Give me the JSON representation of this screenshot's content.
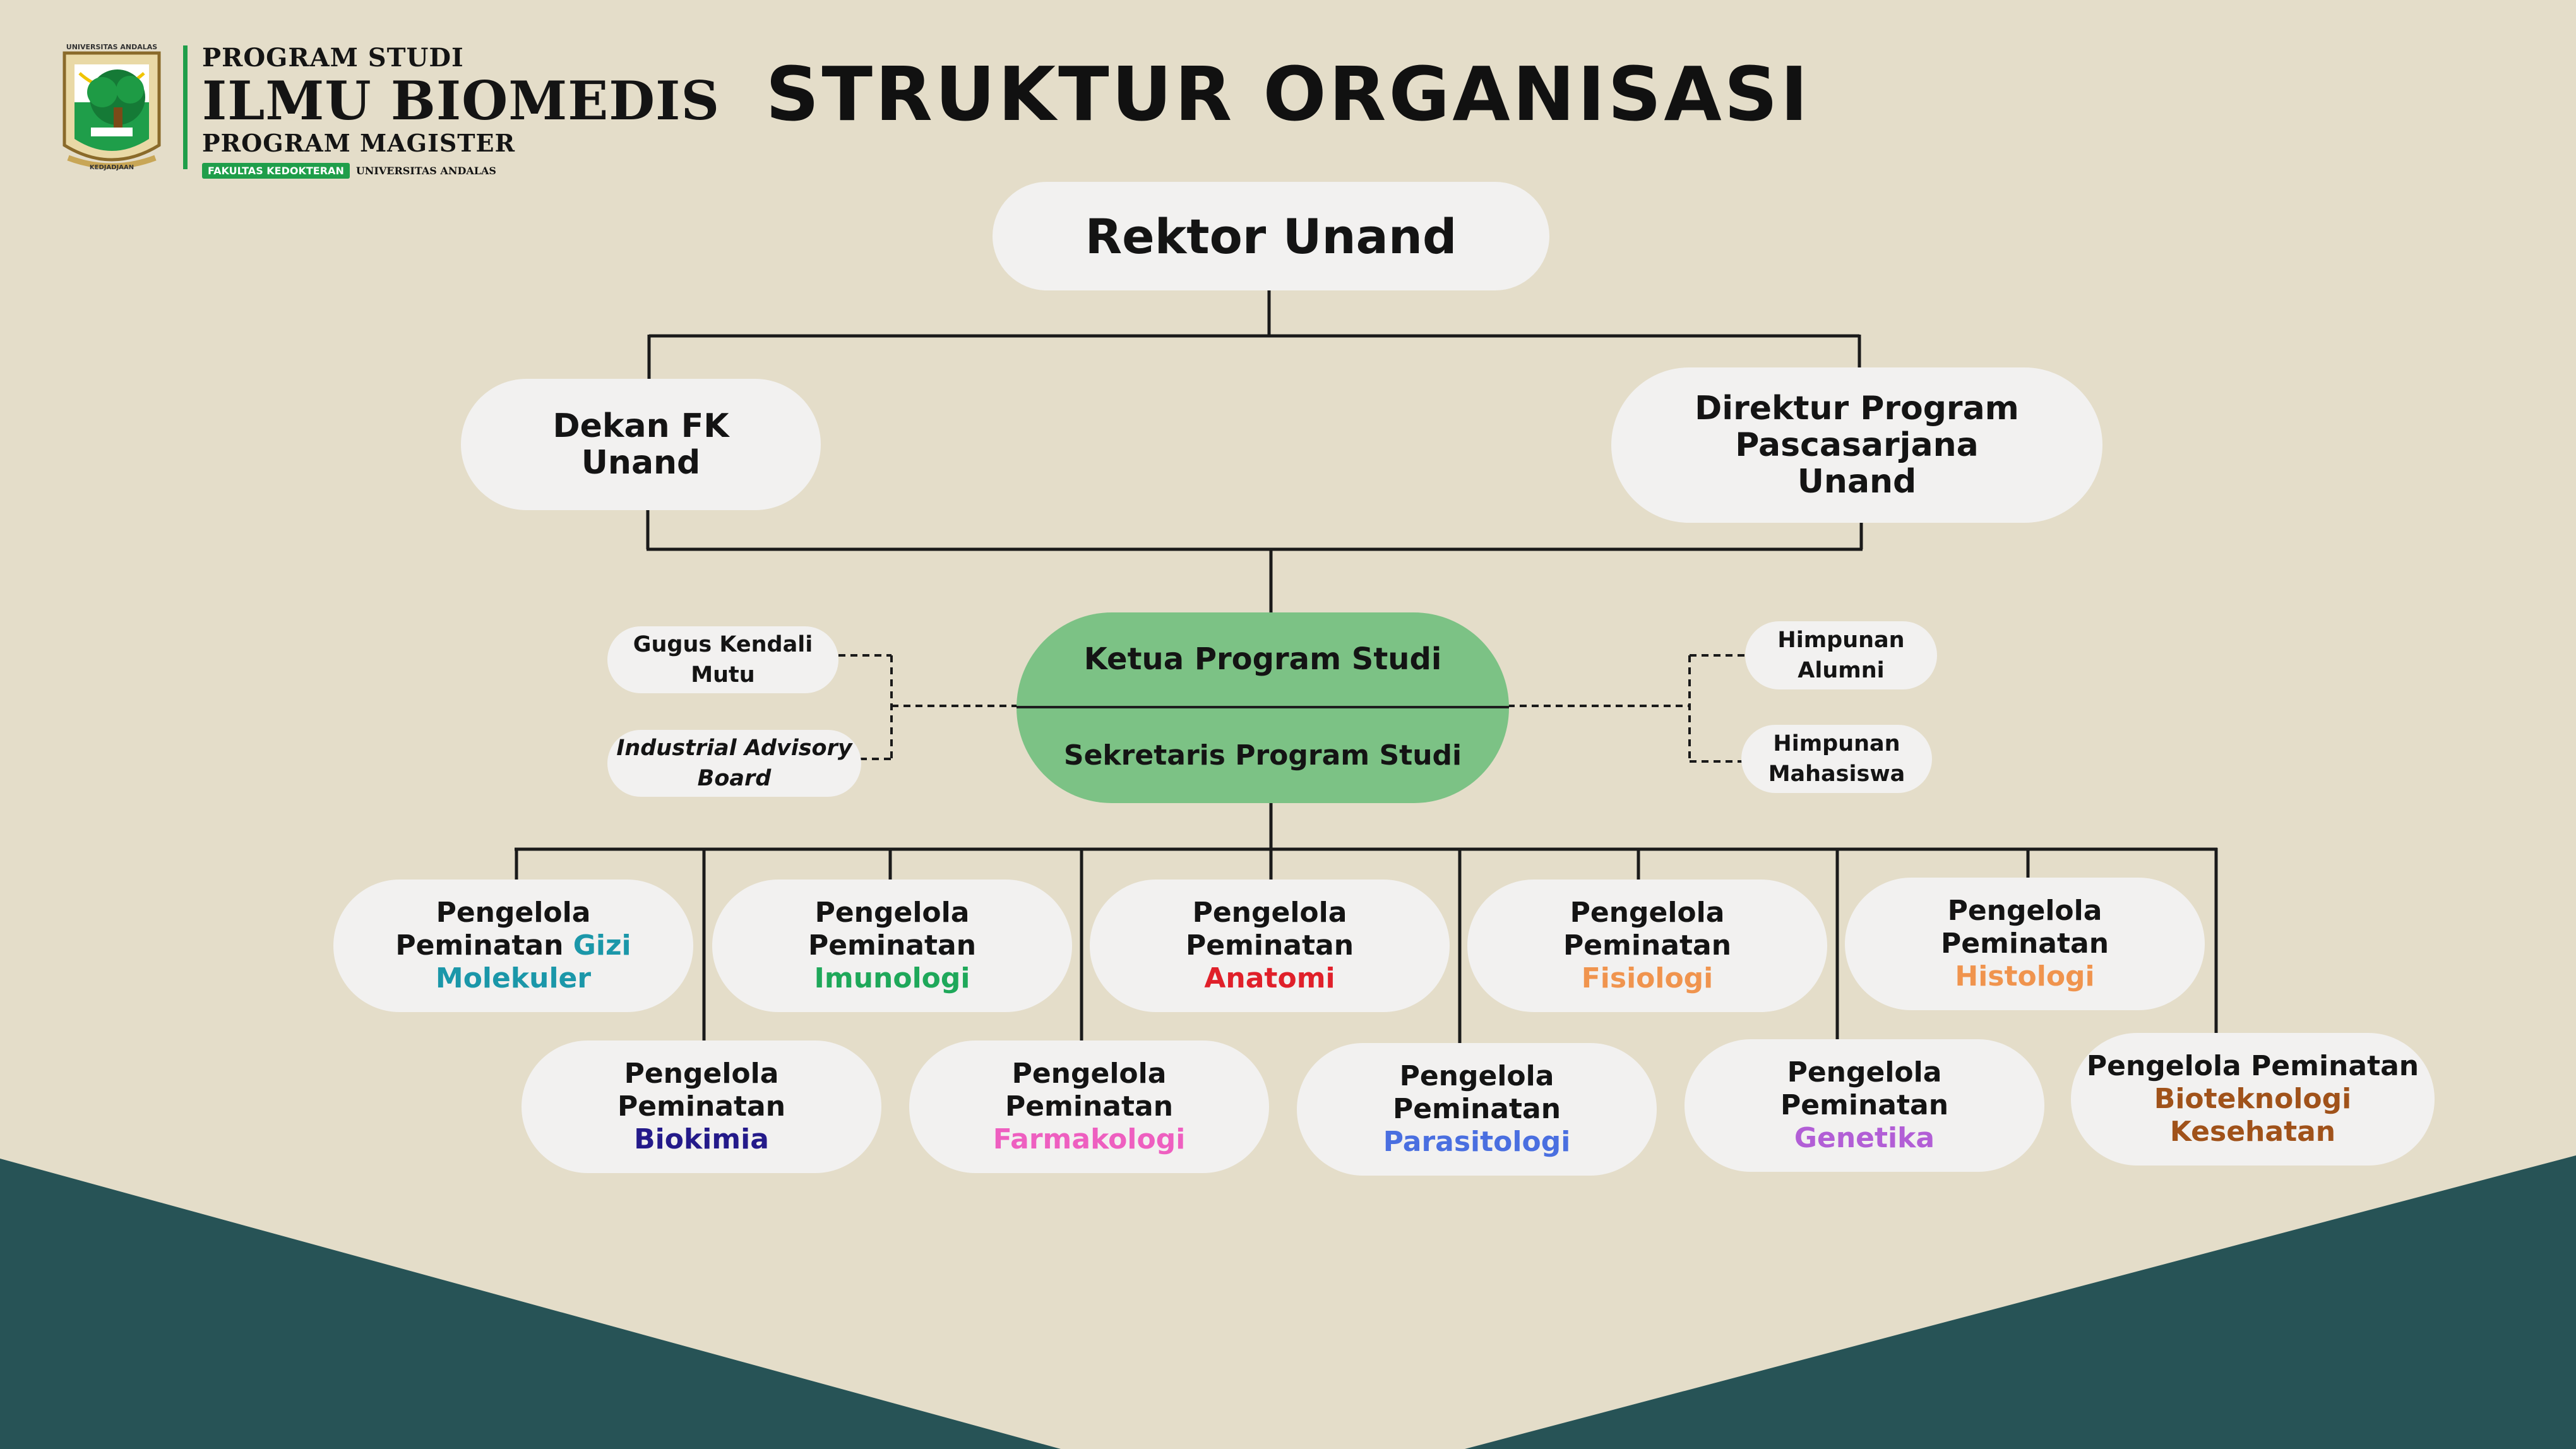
{
  "header": {
    "logo": {
      "emblem_icon": "universitas-andalas-seal-icon",
      "seal_text_top": "UNIVERSITAS ANDALAS",
      "seal_text_bottom": "KEDJADJAAN",
      "line1": "PROGRAM STUDI",
      "line2": "ILMU BIOMEDIS",
      "line3": "PROGRAM MAGISTER",
      "faculty_badge": "FAKULTAS KEDOKTERAN",
      "university": "UNIVERSITAS ANDALAS"
    },
    "title": "STRUKTUR ORGANISASI"
  },
  "org": {
    "rektor": "Rektor Unand",
    "dekan": {
      "line1": "Dekan FK",
      "line2": "Unand"
    },
    "direktur": {
      "line1": "Direktur Program",
      "line2": "Pascasarjana",
      "line3": "Unand"
    },
    "ketua": "Ketua Program Studi",
    "sekretaris": "Sekretaris Program Studi",
    "left_units": [
      {
        "line1": "Gugus Kendali",
        "line2": "Mutu",
        "italic": false
      },
      {
        "line1": "Industrial Advisory",
        "line2": "Board",
        "italic": true
      }
    ],
    "right_units": [
      {
        "line1": "Himpunan",
        "line2": "Alumni"
      },
      {
        "line1": "Himpunan",
        "line2": "Mahasiswa"
      }
    ],
    "peminatan": [
      {
        "line1": "Pengelola",
        "line2_prefix": "Peminatan ",
        "line2_colored": "Gizi",
        "line3_colored": "Molekuler",
        "color": "#1b97a9"
      },
      {
        "line1": "Pengelola",
        "line2_prefix": "Peminatan",
        "line2_colored": "",
        "line3_colored": "Imunologi",
        "color": "#1fa85a"
      },
      {
        "line1": "Pengelola",
        "line2_prefix": "Peminatan",
        "line2_colored": "",
        "line3_colored": "Anatomi",
        "color": "#e0202a"
      },
      {
        "line1": "Pengelola",
        "line2_prefix": "Peminatan",
        "line2_colored": "",
        "line3_colored": "Fisiologi",
        "color": "#f0944e"
      },
      {
        "line1": "Pengelola",
        "line2_prefix": "Peminatan",
        "line2_colored": "",
        "line3_colored": "Histologi",
        "color": "#f0944e"
      },
      {
        "line1": "Pengelola",
        "line2_prefix": "Peminatan",
        "line2_colored": "",
        "line3_colored": "Biokimia",
        "color": "#241a8a"
      },
      {
        "line1": "Pengelola",
        "line2_prefix": "Peminatan",
        "line2_colored": "",
        "line3_colored": "Farmakologi",
        "color": "#ee5fc0"
      },
      {
        "line1": "Pengelola",
        "line2_prefix": "Peminatan",
        "line2_colored": "",
        "line3_colored": "Parasitologi",
        "color": "#4a6fe0"
      },
      {
        "line1": "Pengelola",
        "line2_prefix": "Peminatan",
        "line2_colored": "",
        "line3_colored": "Genetika",
        "color": "#b25ed6"
      },
      {
        "line1": "Pengelola Peminatan",
        "line2_prefix": "",
        "line2_colored": "Bioteknologi",
        "line3_colored": "Kesehatan",
        "color": "#a0521a"
      }
    ]
  },
  "colors": {
    "background": "#e4ddc9",
    "bottom_shape": "#275356",
    "node_fill": "#f2f1f0",
    "ketua_fill": "#7cc285",
    "brand_green": "#1f9e4a"
  }
}
